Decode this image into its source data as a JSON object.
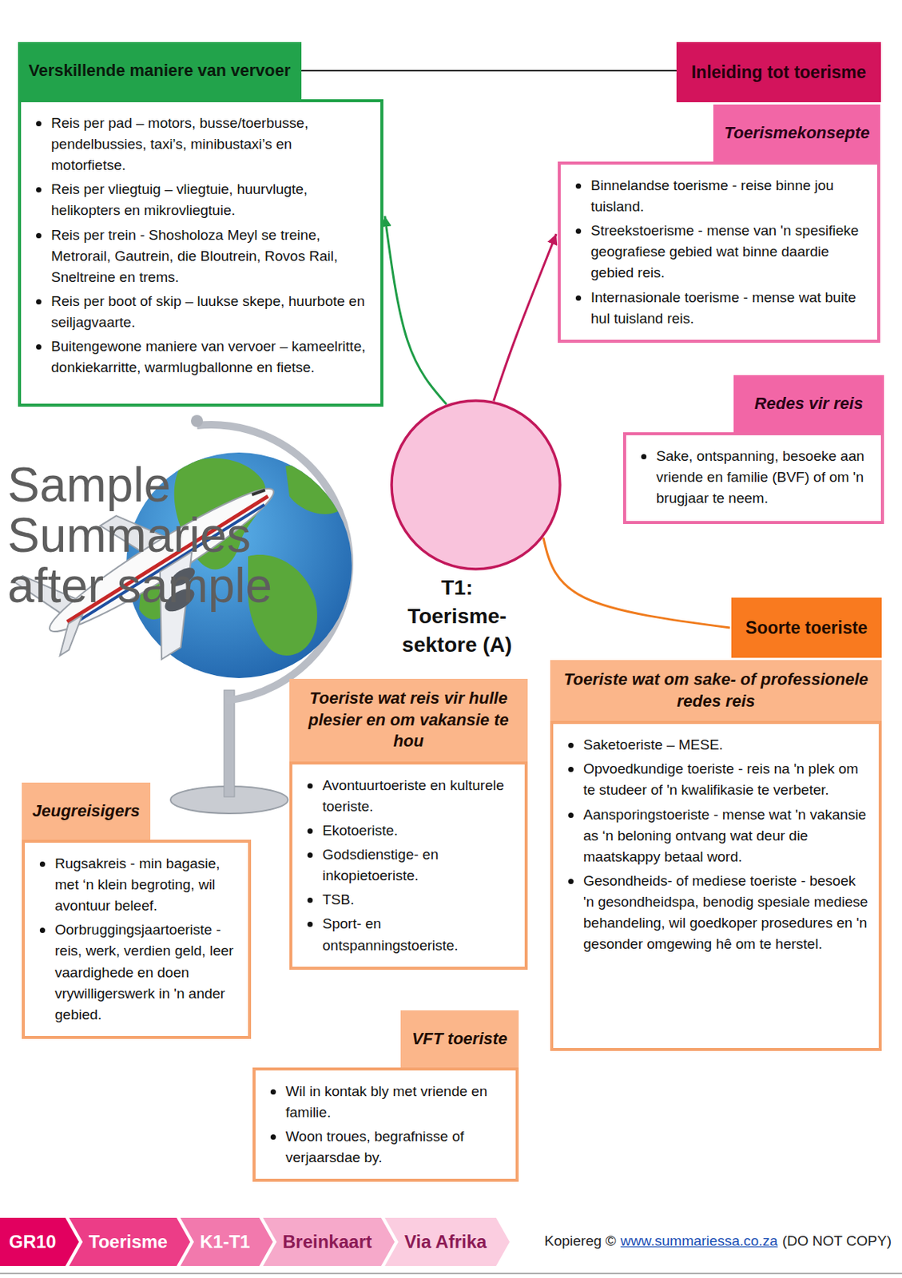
{
  "diagram": {
    "nodes": [
      {
        "text": [
          "T1: Toerisme- sektore (A)"
        ]
      },
      {
        "text": [
          "Verskillende maniere van vervoer",
          "Reis per pad – motors, busse/toerbusse, pendelbussies, taxi’s, minibustaxi’s en motorfietse.",
          "Reis per vliegtuig – vliegtuie, huurvlugte, helikopters en mikrovliegtuie.",
          "Reis per trein - Shosholoza Meyl se treine, Metrorail, Gautrein, die Bloutrein, Rovos Rail, Sneltreine en trems.",
          "Reis per boot of skip – luukse skepe, huurbote en seiljagvaarte.",
          "Buitengewone maniere van vervoer – kameelritte, donkiekarritte, warmlugballonne en fietse."
        ]
      },
      {
        "text": [
          "Inleiding tot toerisme"
        ]
      },
      {
        "text": [
          "Toerismekonsepte",
          "Binnelandse toerisme - reise binne jou tuisland.",
          "Streekstoerisme - mense van 'n spesifieke geografiese gebied wat binne daardie gebied reis.",
          "Internasionale toerisme - mense wat buite hul tuisland reis."
        ]
      },
      {
        "text": [
          "Redes vir reis",
          "Sake, ontspanning, besoeke aan vriende en familie (BVF) of om 'n brugjaar te neem."
        ]
      },
      {
        "text": [
          "Soorte toeriste"
        ]
      },
      {
        "text": [
          "Toeriste wat om sake- of professionele redes reis",
          "Saketoeriste – MESE.",
          "Opvoedkundige toeriste - reis na 'n plek om te studeer of 'n kwalifikasie te verbeter.",
          "Aansporingstoeriste - mense wat 'n vakansie as ‘n beloning ontvang wat deur die maatskappy betaal word.",
          "Gesondheids- of mediese toeriste - besoek 'n gesondheidspa, benodig spesiale mediese behandeling, wil goedkoper prosedures en 'n gesonder omgewing hê om te herstel."
        ]
      },
      {
        "text": [
          "Toeriste wat reis vir hulle plesier en om vakansie te hou",
          "Avontuurtoeriste en kulturele toeriste.",
          "Ekotoeriste.",
          "Godsdienstige- en inkopietoeriste.",
          "TSB.",
          "Sport- en ontspanningstoeriste."
        ]
      },
      {
        "text": [
          "Jeugreisigers",
          "Rugsakreis - min bagasie, met ‘n klein begroting, wil avontuur beleef.",
          "Oorbruggingsjaartoeriste - reis, werk, verdien geld, leer vaardighede en doen vrywilligerswerk in 'n ander gebied."
        ]
      },
      {
        "text": [
          "VFT toeriste",
          "Wil in kontak bly met vriende en familie.",
          "Woon troues, begrafnisse of verjaarsdae by."
        ]
      },
      {
        "text": [
          "GR10"
        ]
      },
      {
        "text": [
          "Toerisme"
        ]
      },
      {
        "text": [
          "K1-T1"
        ]
      },
      {
        "text": [
          "Breinkaart"
        ]
      },
      {
        "text": [
          "Via Afrika"
        ]
      }
    ],
    "edges": [
      {
        "from": 0,
        "to": 1,
        "arrow": "to"
      },
      {
        "from": 0,
        "to": 3,
        "arrow": "to"
      },
      {
        "from": 0,
        "to": 5,
        "arrow": "none"
      },
      {
        "from": 1,
        "to": 2,
        "arrow": "none"
      }
    ],
    "labels": [
      "Sample Summaries after sample",
      "Kopiereg ©",
      "www.summariessa.co.za",
      "(DO NOT COPY)"
    ]
  }
}
